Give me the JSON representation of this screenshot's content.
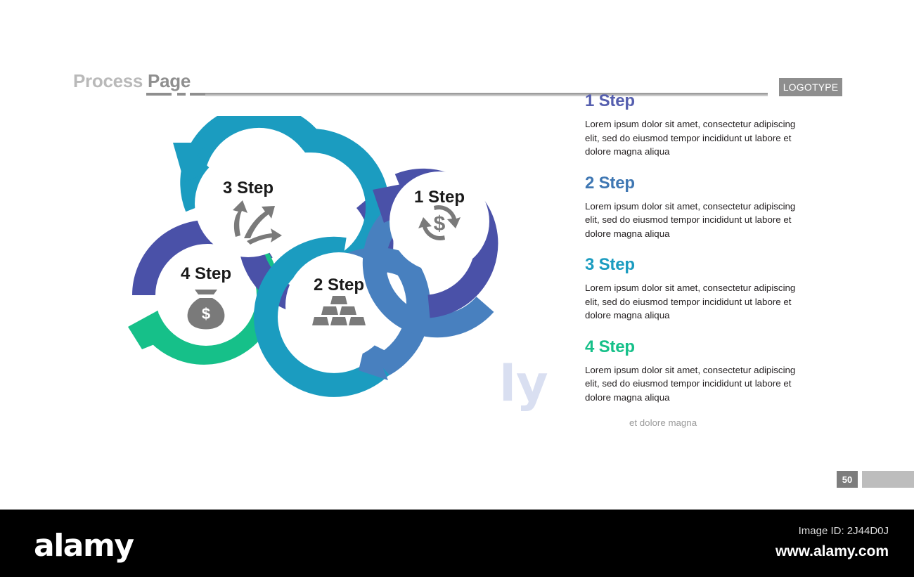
{
  "header": {
    "title_light": "Process",
    "title_dark": "Page",
    "logotype": "LOGOTYPE"
  },
  "colors": {
    "step1": "#4a51a8",
    "step2": "#4880bf",
    "step3": "#1b9cc0",
    "step4": "#16c089",
    "header_light": "#b9b9b9",
    "header_dark": "#8f8f8f",
    "icon_gray": "#7a7a7a",
    "footer_bg": "#000000"
  },
  "diagram": {
    "type": "process-cycle",
    "nodes": [
      {
        "id": "step4",
        "label": "4 Step",
        "icon": "money-bag-icon",
        "ring_color": "#16c089",
        "partner_color": "#4a51a8",
        "arrow_direction": "left"
      },
      {
        "id": "step3",
        "label": "3 Step",
        "icon": "diverging-arrows-icon",
        "ring_color": "#1b9cc0",
        "partner_color": "#4a51a8",
        "arrow_direction": "up-left"
      },
      {
        "id": "step2",
        "label": "2 Step",
        "icon": "gold-bars-icon",
        "ring_color": "#4880bf",
        "partner_color": "#1b9cc0",
        "arrow_direction": "down-right"
      },
      {
        "id": "step1",
        "label": "1 Step",
        "icon": "dollar-cycle-icon",
        "ring_color": "#4a51a8",
        "partner_color": "#4880bf",
        "arrow_direction": "up-left"
      }
    ]
  },
  "steps": [
    {
      "heading": "1 Step",
      "color": "#565faf",
      "body": "Lorem ipsum dolor sit amet, consectetur adipiscing elit, sed do eiusmod tempor incididunt ut labore et dolore magna aliqua"
    },
    {
      "heading": "2 Step",
      "color": "#3f77b3",
      "body": "Lorem ipsum dolor sit amet, consectetur adipiscing elit, sed do eiusmod tempor incididunt ut labore et dolore magna aliqua"
    },
    {
      "heading": "3 Step",
      "color": "#1b9cc0",
      "body": "Lorem ipsum dolor sit amet, consectetur adipiscing elit, sed do eiusmod tempor incididunt ut labore et dolore magna aliqua"
    },
    {
      "heading": "4 Step",
      "color": "#16c089",
      "body": "Lorem ipsum dolor sit amet, consectetur adipiscing elit, sed do eiusmod tempor incididunt ut labore et dolore magna aliqua"
    }
  ],
  "page_marker": {
    "number": "50"
  },
  "footer": {
    "logo": "alamy",
    "image_id": "Image ID: 2J44D0J",
    "url": "www.alamy.com"
  },
  "watermarks": {
    "art_fragment": "ly",
    "text_fragment": "et dolore magna"
  }
}
